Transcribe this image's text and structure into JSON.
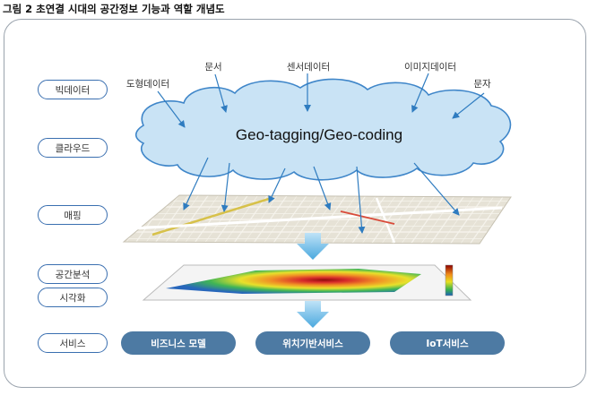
{
  "figure_title": "그림 2  초연결 시대의 공간정보 기능과 역할 개념도",
  "left_labels": [
    "빅데이터",
    "클라우드",
    "매핑",
    "공간분석",
    "시각화",
    "서비스"
  ],
  "cloud": {
    "text": "Geo-tagging/Geo-coding",
    "fill": "#c9e3f5",
    "stroke": "#3f86c9"
  },
  "data_sources": [
    "도형데이터",
    "문서",
    "센서데이터",
    "이미지데이터",
    "문자"
  ],
  "services": [
    "비즈니스 모델",
    "위치기반서비스",
    "IoT서비스"
  ],
  "colors": {
    "pill_border": "#3a6fb0",
    "service_fill": "#4d7aa3",
    "arrow": "#2f7cc0",
    "frame": "#9aa3ad"
  }
}
